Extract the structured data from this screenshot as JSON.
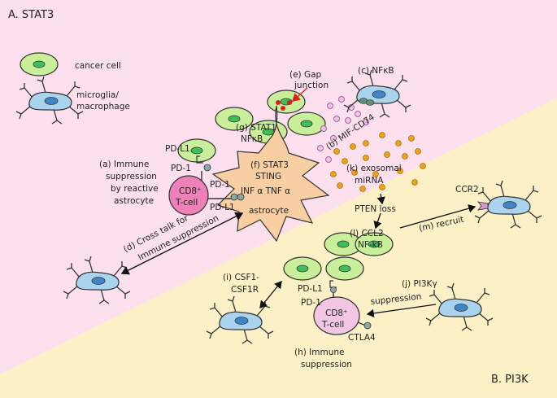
{
  "panels": {
    "top": "A. STAT3",
    "bottom": "B. PI3K"
  },
  "legend": {
    "cancer_cell": "cancer cell",
    "microglia_line1": "microglia/",
    "microglia_line2": "macrophage"
  },
  "labels": {
    "e1": "(e) Gap",
    "e2": "junction",
    "c": "(c) NFκB",
    "g1": "(g) STAT1",
    "g2": "NFκB",
    "b": "(b) MIF-CD74",
    "pdl1_top": "PD-L1",
    "pd1_top": "PD-1",
    "a1": "(a) Immune",
    "a2": "suppression",
    "a3": "by reactive",
    "a4": "astrocyte",
    "pd1_mid": "PD-1",
    "pdl1_mid": "PD-L1",
    "cd8a_1": "CD8⁺",
    "cd8a_2": "T-cell",
    "f1": "(f) STAT3",
    "f2": "STING",
    "f3": "INF α   TNF α",
    "astro": "astrocyte",
    "k1": "(k) exosomal",
    "k2": "miRNA",
    "pten": "PTEN loss",
    "ccr2": "CCR2",
    "m": "(m) recruit",
    "d1": "(d) Cross talk for",
    "d2": "Immune suppression",
    "l1": "(l) CCL2",
    "l2": "NF-kB",
    "i1": "(i) CSF1-",
    "i2": "CSF1R",
    "pdl1_bot": "PD-L1",
    "pd1_bot": "PD-1",
    "j": "(j) PI3Kγ",
    "supp": "suppression",
    "cd8b_1": "CD8⁺",
    "cd8b_2": "T-cell",
    "ctla4": "CTLA4",
    "h1": "(h) Immune",
    "h2": "suppression"
  },
  "colors": {
    "pink_bg": "#fde0ee",
    "yellow_bg": "#fbf0c6",
    "cancer_fill": "#c9ef9a",
    "cancer_nucleus": "#3fbf5a",
    "microglia_fill": "#aad3ee",
    "microglia_nucleus": "#3e86c8",
    "astro_fill": "#f8cfa2",
    "tcell_fill": "#ee82b8",
    "tcell_light": "#f3c6e4",
    "exosome_pink": "#f2c0e6",
    "exosome_orange": "#e9a21b",
    "arrow_red": "#e02020"
  }
}
